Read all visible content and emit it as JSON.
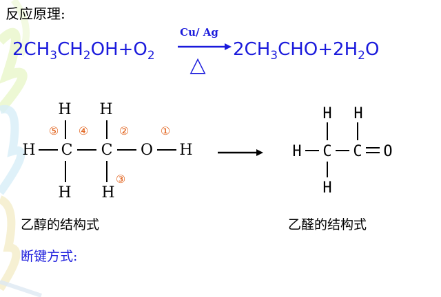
{
  "title": "反应原理:",
  "equation": {
    "left": {
      "c1": "2CH",
      "s1": "3",
      "c2": "CH",
      "s2": "2",
      "c3": "OH+O",
      "s3": "2"
    },
    "catalyst": "Cu/ Ag",
    "heat": "△",
    "right": {
      "c1": "2CH",
      "s1": "3",
      "c2": "CHO+2H",
      "s2": "2",
      "c3": "O"
    }
  },
  "ethanol": {
    "atoms": {
      "H_top1": "H",
      "H_top2": "H",
      "H_left": "H",
      "C1": "C",
      "C2": "C",
      "O": "O",
      "H_right": "H",
      "H_bot1": "H",
      "H_bot2": "H"
    },
    "labels": {
      "n5": "⑤",
      "n4": "④",
      "n2": "②",
      "n1": "①",
      "n3": "③"
    }
  },
  "acetaldehyde": {
    "atoms": {
      "H_top1": "H",
      "H_top2": "H",
      "H_left": "H",
      "C1": "C",
      "C2": "C",
      "O": "O",
      "H_bot": "H"
    }
  },
  "captions": {
    "ethanol": "乙醇的结构式",
    "acetaldehyde": "乙醛的结构式",
    "bond_breaking": "断键方式:"
  },
  "colors": {
    "equation": "#1a1adc",
    "bond_labels": "#e05a10",
    "text": "#000000"
  }
}
